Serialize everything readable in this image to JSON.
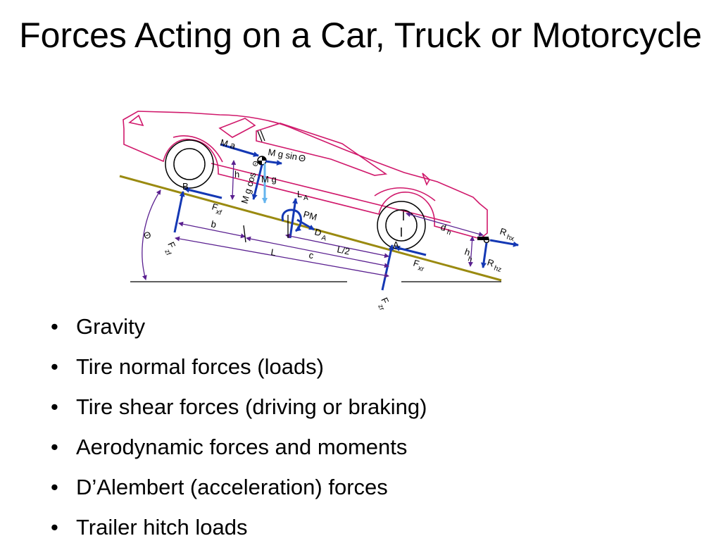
{
  "title": "Forces Acting on a Car, Truck or Motorcycle",
  "diagram": {
    "labels": {
      "ma": "M a",
      "mg_sin": "M g sin",
      "theta": "Θ",
      "mg": "M g",
      "mg_cos": "M g cos",
      "h": "h",
      "b_point": "B",
      "a_point": "A",
      "l_a": "L",
      "l_a_sub": "A",
      "pm": "PM",
      "d_a": "D",
      "d_a_sub": "A",
      "f_xf": "F",
      "f_xf_sub": "xf",
      "f_zf": "F",
      "f_zf_sub": "zf",
      "b_dim": "b",
      "c_dim": "c",
      "l_dim": "L",
      "l_half": "L/2",
      "f_xr": "F",
      "f_xr_sub": "xr",
      "f_zr": "F",
      "f_zr_sub": "zr",
      "d_h": "d",
      "d_h_sub": "h",
      "h_h": "h",
      "h_h_sub": "h",
      "r_hx": "R",
      "r_hx_sub": "hx",
      "r_hz": "R",
      "r_hz_sub": "hz",
      "theta_angle": "Θ"
    },
    "colors": {
      "car_outline": "#d0186b",
      "force_arrow": "#1438b4",
      "dimension": "#5a2090",
      "road": "#9a8a10",
      "mg_arrow": "#64b4ee"
    }
  },
  "bullets": [
    "Gravity",
    "Tire normal forces (loads)",
    "Tire shear forces (driving or braking)",
    "Aerodynamic forces and moments",
    "D’Alembert (acceleration) forces",
    "Trailer hitch loads"
  ],
  "bullet_symbol": "•"
}
